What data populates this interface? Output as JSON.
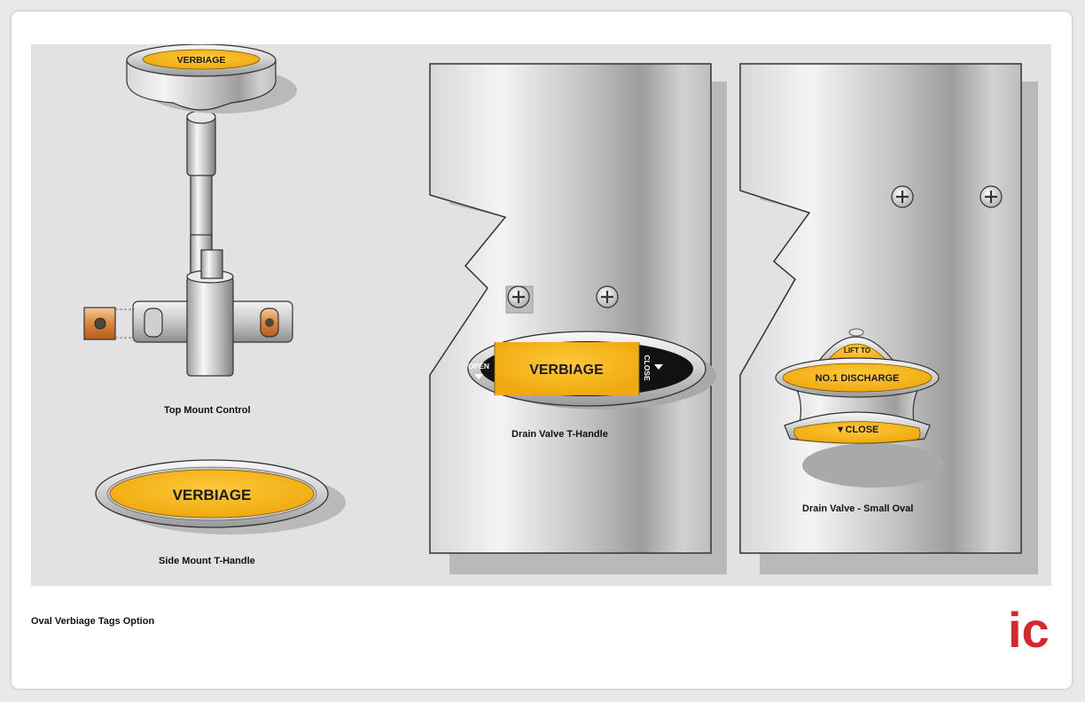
{
  "page_title": "Oval Verbiage Tags Option",
  "colors": {
    "panel_background": "#e2e1e3",
    "tag_yellow": "#f7b418",
    "brand_red": "#d7262d"
  },
  "figures": {
    "top_mount": {
      "caption": "Top Mount Control",
      "tag_text": "VERBIAGE"
    },
    "side_mount": {
      "caption": "Side Mount T-Handle",
      "tag_text": "VERBIAGE"
    },
    "drain_t_handle": {
      "caption": "Drain Valve T-Handle",
      "tag_text": "VERBIAGE",
      "left_label": "OPEN",
      "right_label": "CLOSE"
    },
    "drain_small_oval": {
      "caption": "Drain Valve - Small Oval",
      "top_label": "LIFT TO",
      "tag_text": "NO.1 DISCHARGE",
      "bottom_label": "▼CLOSE"
    }
  },
  "logo": {
    "text": "ic",
    "icon": "ic-logo"
  }
}
